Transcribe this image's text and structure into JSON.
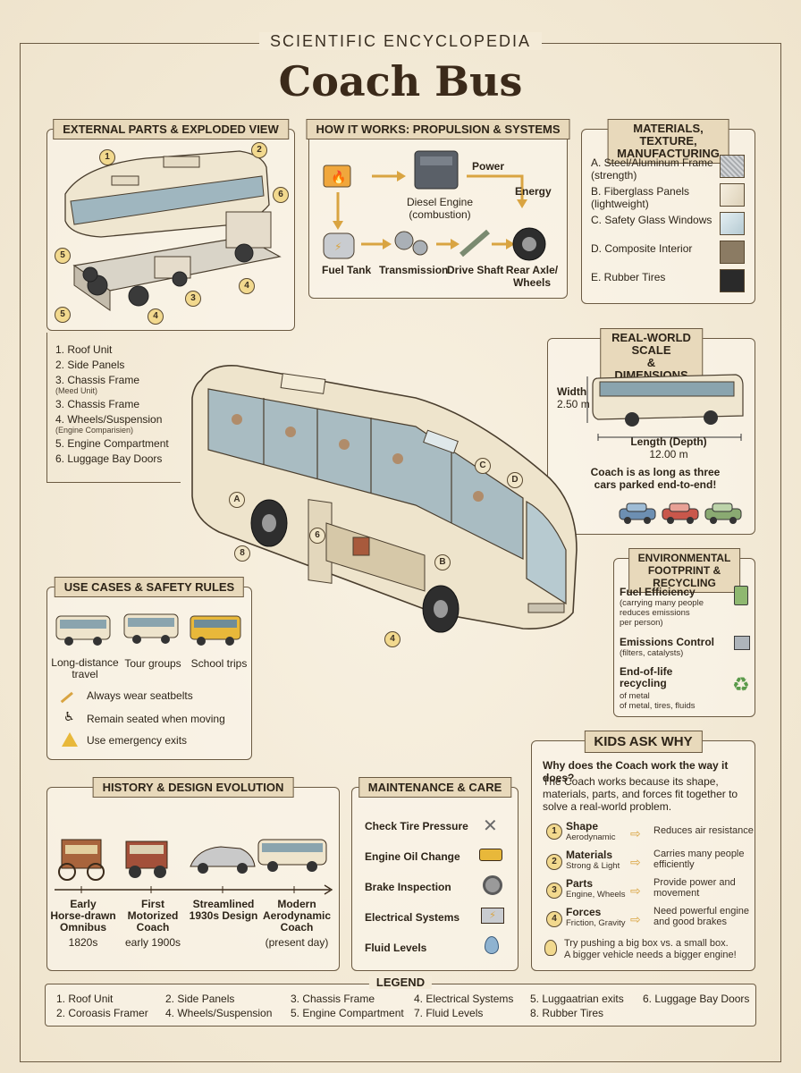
{
  "header": {
    "supertitle": "SCIENTIFIC ENCYCLOPEDIA",
    "title": "Coach Bus"
  },
  "external": {
    "title": "EXTERNAL PARTS & EXPLODED VIEW",
    "callouts": [
      "1",
      "2",
      "6",
      "5",
      "3",
      "4",
      "5",
      "4"
    ],
    "list": [
      {
        "label": "1. Roof Unit",
        "sub": ""
      },
      {
        "label": "2. Side Panels",
        "sub": ""
      },
      {
        "label": "3. Chassis Frame",
        "sub": "(Meed Unit)"
      },
      {
        "label": "3. Chassis Frame",
        "sub": ""
      },
      {
        "label": "4. Wheels/Suspension",
        "sub": "(Engine Comparisien)"
      },
      {
        "label": "5. Engine Compartment",
        "sub": ""
      },
      {
        "label": "6. Luggage Bay Doors",
        "sub": ""
      }
    ]
  },
  "propulsion": {
    "title": "HOW IT WORKS: PROPULSION & SYSTEMS",
    "engine": "Diesel Engine",
    "engine_sub": "(combustion)",
    "power": "Power",
    "energy": "Energy",
    "fuel_tank": "Fuel Tank",
    "transmission": "Transmission",
    "drive_shaft": "Drive Shaft",
    "rear_axle": "Rear Axle/\nWheels"
  },
  "materials": {
    "title": "MATERIALS, TEXTURE,\nMANUFACTURING",
    "items": [
      {
        "label": "A. Steel/Aluminum Frame",
        "sub": "(strength)",
        "color": "#c7c9cb"
      },
      {
        "label": "B. Fiberglass Panels",
        "sub": "(lightweight)",
        "color": "#efe6d2"
      },
      {
        "label": "C. Safety Glass Windows",
        "sub": "",
        "color": "#cfe0e6"
      },
      {
        "label": "D. Composite Interior",
        "sub": "",
        "color": "#8b7b63"
      },
      {
        "label": "E. Rubber Tires",
        "sub": "",
        "color": "#2a2a2a"
      }
    ]
  },
  "scale": {
    "title": "REAL-WORLD SCALE\n& DIMENSIONS",
    "width_label": "Width",
    "width_value": "2.50 m",
    "length_label": "Length (Depth)",
    "length_value": "12.00 m",
    "note": "Coach is as long as three\ncars parked end-to-end!"
  },
  "main_callouts": [
    "C",
    "D",
    "A",
    "6",
    "B",
    "8",
    "4"
  ],
  "environment": {
    "title": "ENVIRONMENTAL\nFOOTPRINT & RECYCLING",
    "items": [
      {
        "label": "Fuel Efficiency",
        "sub": "(carrying many people\nreduces emissions\nper person)"
      },
      {
        "label": "Emissions Control",
        "sub": "(filters, catalysts)"
      },
      {
        "label": "End-of-life\nrecycling",
        "sub": " of metal\nof metal, tires, fluids"
      }
    ]
  },
  "usecases": {
    "title": "USE CASES & SAFETY RULES",
    "cases": [
      "Long-distance\ntravel",
      "Tour groups",
      "School trips"
    ],
    "rules": [
      "Always wear seatbelts",
      "Remain seated when moving",
      "Use emergency exits"
    ]
  },
  "kids": {
    "title": "KIDS ASK WHY",
    "question": "Why does the Coach work the way it does?",
    "intro": "The Coach works because its shape,\nmaterials, parts, and forces fit together to\nsolve a real-world problem.",
    "rows": [
      {
        "n": "1",
        "label": "Shape",
        "sub": "Aerodynamic",
        "result": "Reduces air resistance"
      },
      {
        "n": "2",
        "label": "Materials",
        "sub": "Strong & Light",
        "result": "Carries many people\nefficiently"
      },
      {
        "n": "3",
        "label": "Parts",
        "sub": "Engine, Wheels",
        "result": "Provide power and\nmovement"
      },
      {
        "n": "4",
        "label": "Forces",
        "sub": "Friction, Gravity",
        "result": "Need powerful engine\nand good brakes"
      }
    ],
    "tip": "Try pushing a big box vs. a small box.\nA bigger vehicle needs a bigger engine!"
  },
  "history": {
    "title": "HISTORY & DESIGN EVOLUTION",
    "eras": [
      {
        "name": "Early\nHorse-drawn\nOmnibus",
        "date": "1820s"
      },
      {
        "name": "First\nMotorized\nCoach",
        "date": "early 1900s"
      },
      {
        "name": "Streamlined\n1930s Design",
        "date": ""
      },
      {
        "name": "Modern\nAerodynamic\nCoach",
        "date": "(present day)"
      }
    ]
  },
  "maintenance": {
    "title": "MAINTENANCE & CARE",
    "items": [
      "Check Tire Pressure",
      "Engine Oil Change",
      "Brake Inspection",
      "Electrical Systems",
      "Fluid Levels"
    ]
  },
  "legend": {
    "title": "LEGEND",
    "items": [
      "1.  Roof Unit",
      "2.  Coroasis Framer",
      "2.  Side Panels",
      "4.  Wheels/Suspension",
      "3.  Chassis Frame",
      "5.  Engine Compartment",
      "4.  Electrical Systems",
      "7.  Fluid Levels",
      "5.  Luggaatrian exits",
      "8.  Rubber Tires",
      "6.  Luggage Bay Doors"
    ]
  }
}
